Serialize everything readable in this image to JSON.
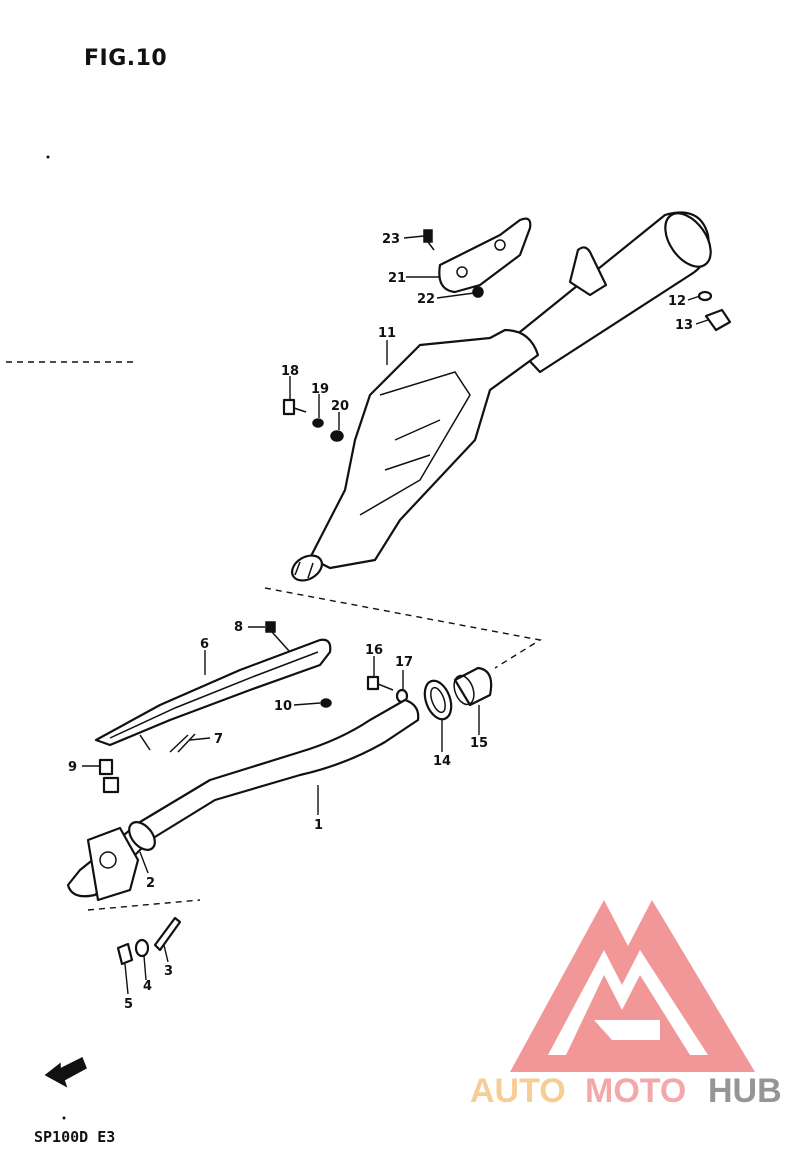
{
  "figure": {
    "title": "FIG.10",
    "model": "SP100D E3",
    "front_arrow": "FWD"
  },
  "callouts": [
    "1",
    "2",
    "3",
    "4",
    "5",
    "6",
    "7",
    "8",
    "9",
    "10",
    "11",
    "12",
    "13",
    "14",
    "15",
    "16",
    "17",
    "18",
    "19",
    "20",
    "21",
    "22",
    "23"
  ],
  "watermark": {
    "text_part1": "AUTO",
    "text_part2": "MOTO",
    "text_part3": "HUB",
    "colors": {
      "auto": "#f6c98a",
      "moto": "#f2a0a0",
      "hub": "#8a8a8a",
      "logo": "#f08c8c"
    }
  }
}
